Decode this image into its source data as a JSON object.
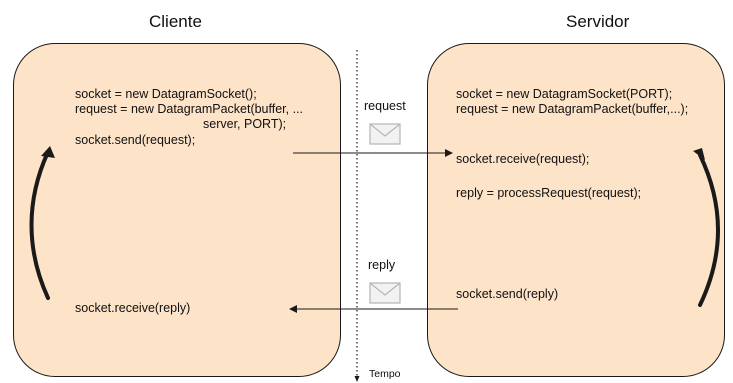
{
  "client": {
    "title": "Cliente",
    "lines": [
      "socket = new DatagramSocket();",
      "request = new DatagramPacket(buffer, ...",
      "server, PORT);",
      "socket.send(request);",
      "socket.receive(reply)"
    ]
  },
  "server": {
    "title": "Servidor",
    "lines": [
      "socket = new DatagramSocket(PORT);",
      "request = new DatagramPacket(buffer,...);",
      "socket.receive(request);",
      "reply = processRequest(request);",
      "socket.send(reply)"
    ]
  },
  "messages": {
    "request_label": "request",
    "reply_label": "reply",
    "envelope_icon": "envelope-icon"
  },
  "timeline": {
    "label": "Tempo"
  },
  "colors": {
    "box_fill": "#fde3c8",
    "stroke": "#1a1a1a",
    "envelope": "#c8c8c8"
  }
}
